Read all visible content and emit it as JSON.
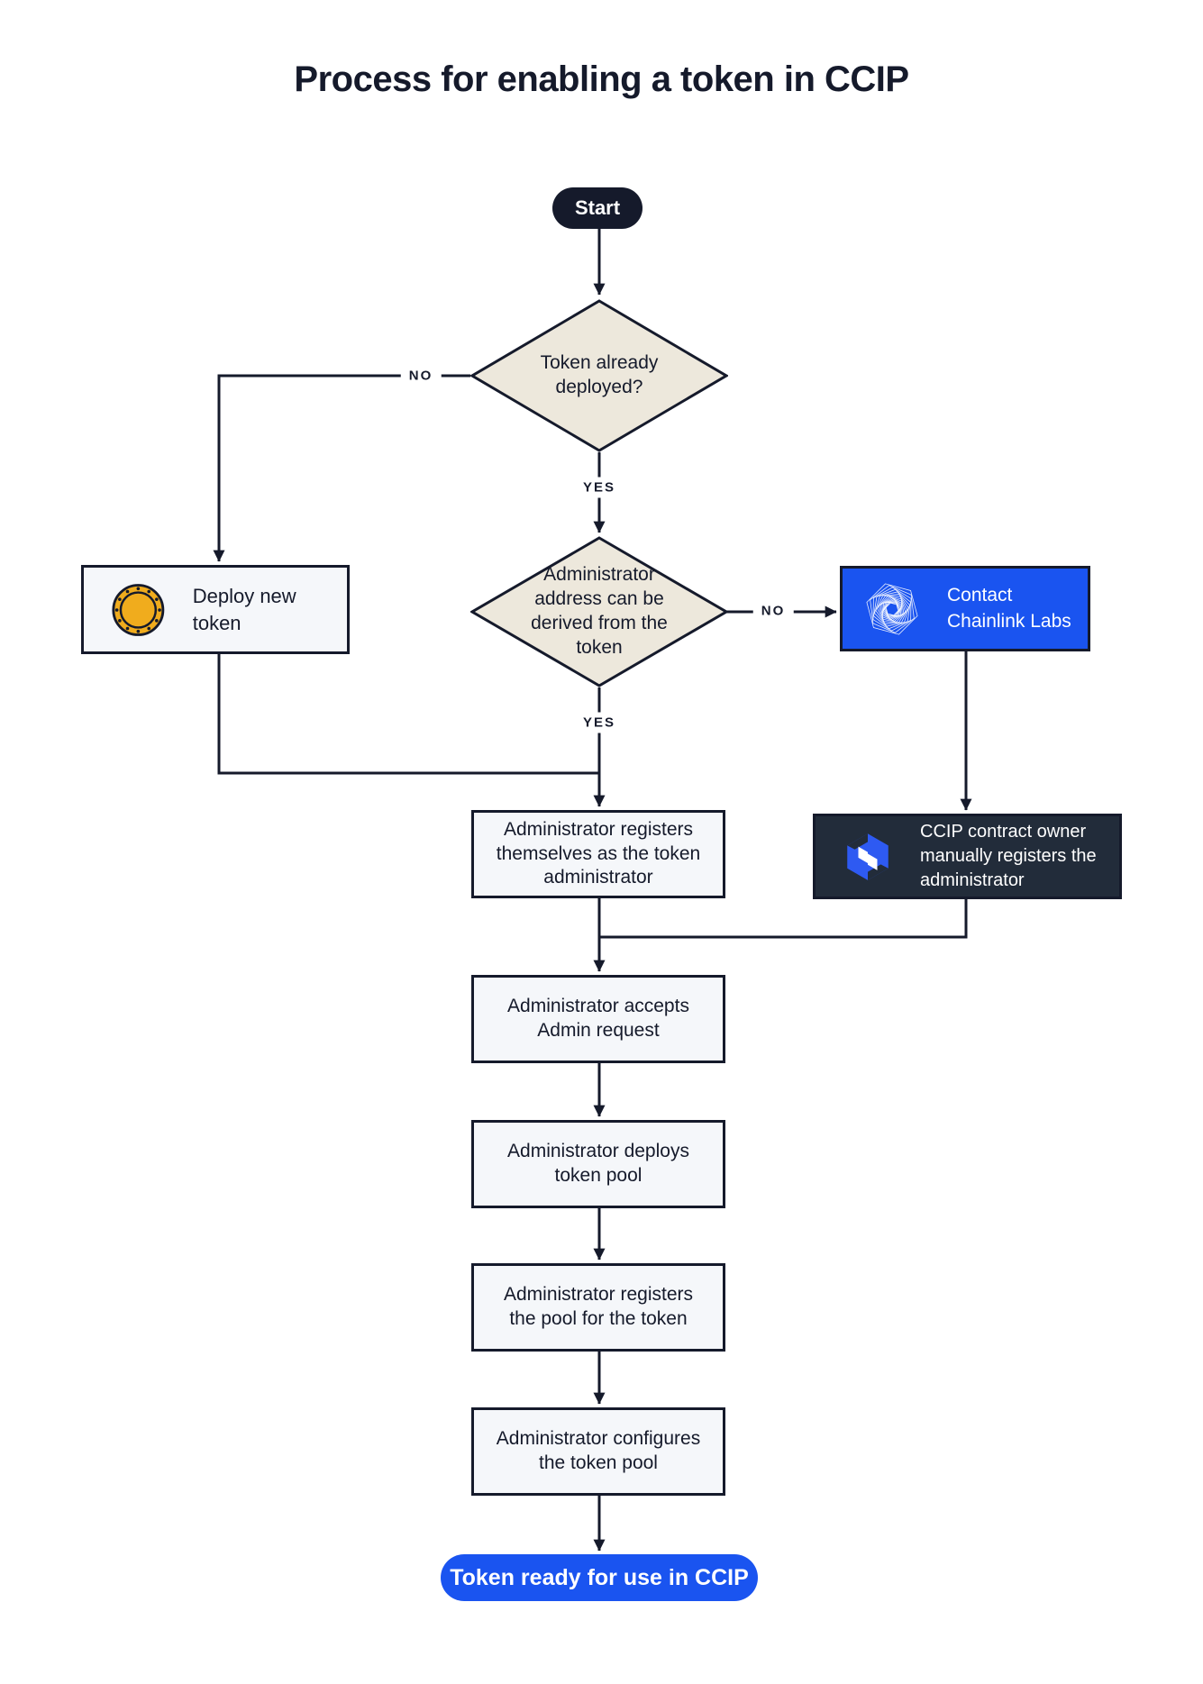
{
  "title": "Process for enabling a token in CCIP",
  "colors": {
    "navy": "#151a2b",
    "beige": "#ede8dc",
    "light": "#f5f7fa",
    "blue": "#1a54f0",
    "dark_box": "#222c3a",
    "ccip_blue": "#2e5af2",
    "gold": "#f0ac1d",
    "white": "#ffffff"
  },
  "nodes": {
    "start": "Start",
    "decision_token_deployed": "Token already deployed?",
    "deploy_new_token": "Deploy new token",
    "decision_admin_address": "Administrator address can be derived from the token",
    "contact_chainlink_line1": "Contact",
    "contact_chainlink_line2": "Chainlink Labs",
    "admin_registers_self": "Administrator registers themselves as the token administrator",
    "ccip_owner_registers": "CCIP contract owner manually registers the administrator",
    "admin_accepts": "Administrator accepts Admin request",
    "admin_deploys_pool": "Administrator deploys token pool",
    "admin_registers_pool": "Administrator registers the pool for the token",
    "admin_configures_pool": "Administrator configures the token pool",
    "end": "Token ready for use in CCIP"
  },
  "edge_labels": {
    "token_deployed_no": "NO",
    "token_deployed_yes": "YES",
    "admin_address_no": "NO",
    "admin_address_yes": "YES"
  },
  "icons": {
    "coin": "coin-icon",
    "chainlink": "chainlink-logo-icon",
    "ccip": "ccip-logo-icon"
  }
}
